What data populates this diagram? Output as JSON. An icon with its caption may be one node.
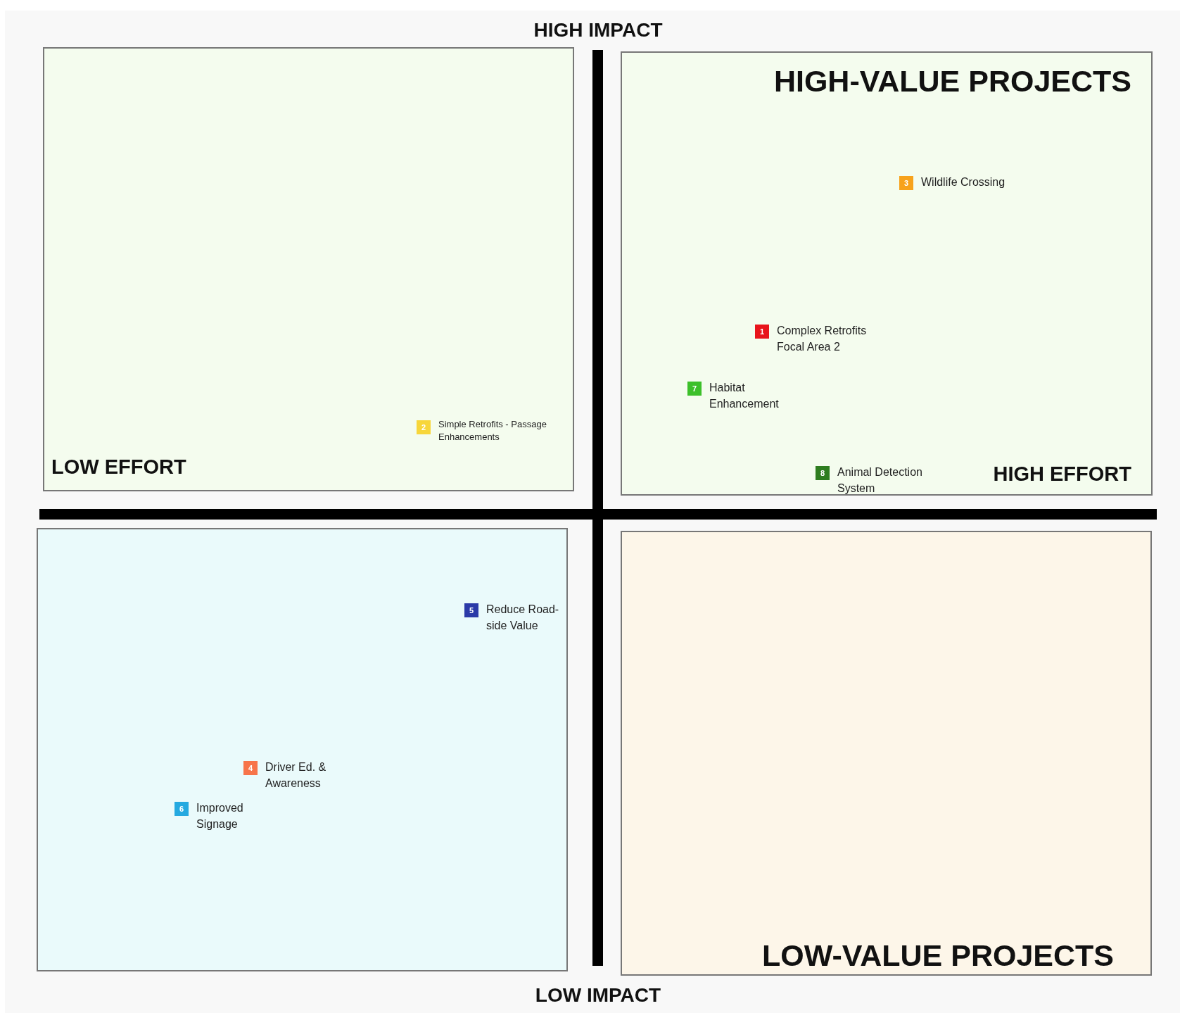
{
  "diagram": {
    "nodes": [
      {
        "text": [
          "LOW EFFORT"
        ]
      },
      {
        "text": [
          "2",
          "Simple Retrofits - Passage Enhancements"
        ],
        "in": 0
      },
      {
        "text": [
          "HIGH-VALUE PROJECTS",
          "HIGH EFFORT"
        ]
      },
      {
        "text": [
          "3",
          "Wildlife Crossing"
        ],
        "in": 2
      },
      {
        "text": [
          "1",
          "Complex Retrofits Focal Area 2"
        ],
        "in": 2
      },
      {
        "text": [
          "7",
          "Habitat Enhancement"
        ],
        "in": 2
      },
      {
        "text": [
          "8",
          "Animal Detection System"
        ],
        "in": 2
      },
      {
        "text": [],
        "shape": "box"
      },
      {
        "text": [
          "5",
          "Reduce Road-side Value"
        ],
        "in": 7
      },
      {
        "text": [
          "4",
          "Driver Ed. & Awareness"
        ],
        "in": 7
      },
      {
        "text": [
          "6",
          "Improved Signage"
        ],
        "in": 7
      },
      {
        "text": [
          "LOW-VALUE PROJECTS"
        ]
      }
    ],
    "edges": [],
    "labels": [
      "HIGH IMPACT",
      "LOW IMPACT"
    ]
  }
}
